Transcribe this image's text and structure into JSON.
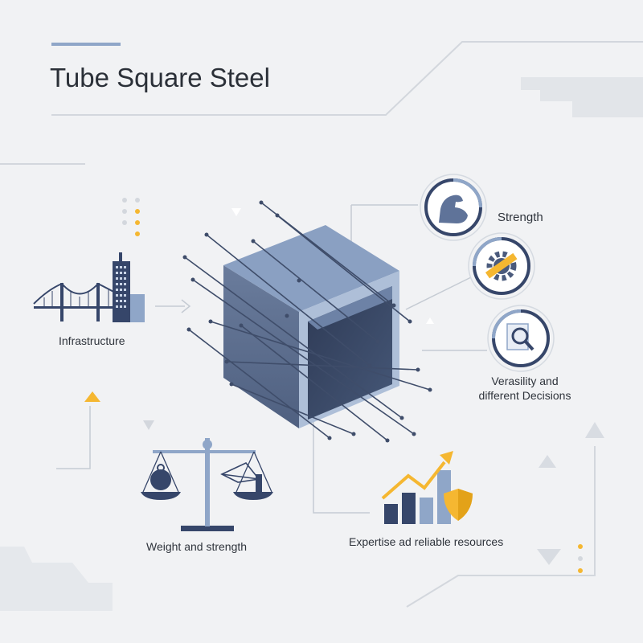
{
  "title": "Tube Square Steel",
  "labels": {
    "infrastructure": "Infrastructure",
    "strength": "Strength",
    "versatility_line1": "Verasility and",
    "versatility_line2": "different Decisions",
    "weight": "Weight and strength",
    "expertise": "Expertise ad reliable resources"
  },
  "icons": [
    "bridge-icon",
    "skyscraper-icon",
    "flexed-arm-icon",
    "gear-ruler-icon",
    "magnifier-document-icon",
    "balance-scale-icon",
    "growth-chart-icon",
    "shield-icon"
  ],
  "colors": {
    "background": "#f1f2f4",
    "steel_front": "#5a6c8c",
    "steel_top": "#8aa0c2",
    "accent_yellow": "#f5b731",
    "navy": "#36466a",
    "accent_bar": "#8fa6c8",
    "connector": "#c5cbd3"
  }
}
